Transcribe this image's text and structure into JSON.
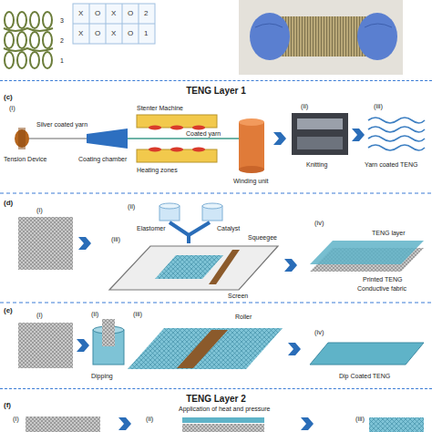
{
  "diagram": {
    "nodes": [
      {
        "text": [
          "TENG Layer 1"
        ]
      },
      {
        "text": [
          "TENG Layer 2"
        ]
      }
    ],
    "labels": [
      "3",
      "2",
      "1",
      "X",
      "O",
      "X",
      "O",
      "2",
      "X",
      "O",
      "X",
      "O",
      "1",
      "(c)",
      "(i)",
      "Silver coated yarn",
      "Tension Device",
      "Coating chamber",
      "Stenter Machine",
      "Heating zones",
      "Coated yarn",
      "Winding unit",
      "(ii)",
      "Knitting",
      "(iii)",
      "Yarn coated TENG",
      "(d)",
      "(i)",
      "(ii)",
      "Elastomer",
      "Catalyst",
      "(iii)",
      "Squeegee",
      "Screen",
      "(iv)",
      "TENG layer",
      "Printed TENG",
      "Conductive fabric",
      "(e)",
      "(i)",
      "(ii)",
      "Dipping",
      "(iii)",
      "Roller",
      "(iv)",
      "Dip Coated TENG",
      "(f)",
      "(i)",
      "(ii)",
      "Application of heat and pressure",
      "(iii)"
    ]
  }
}
